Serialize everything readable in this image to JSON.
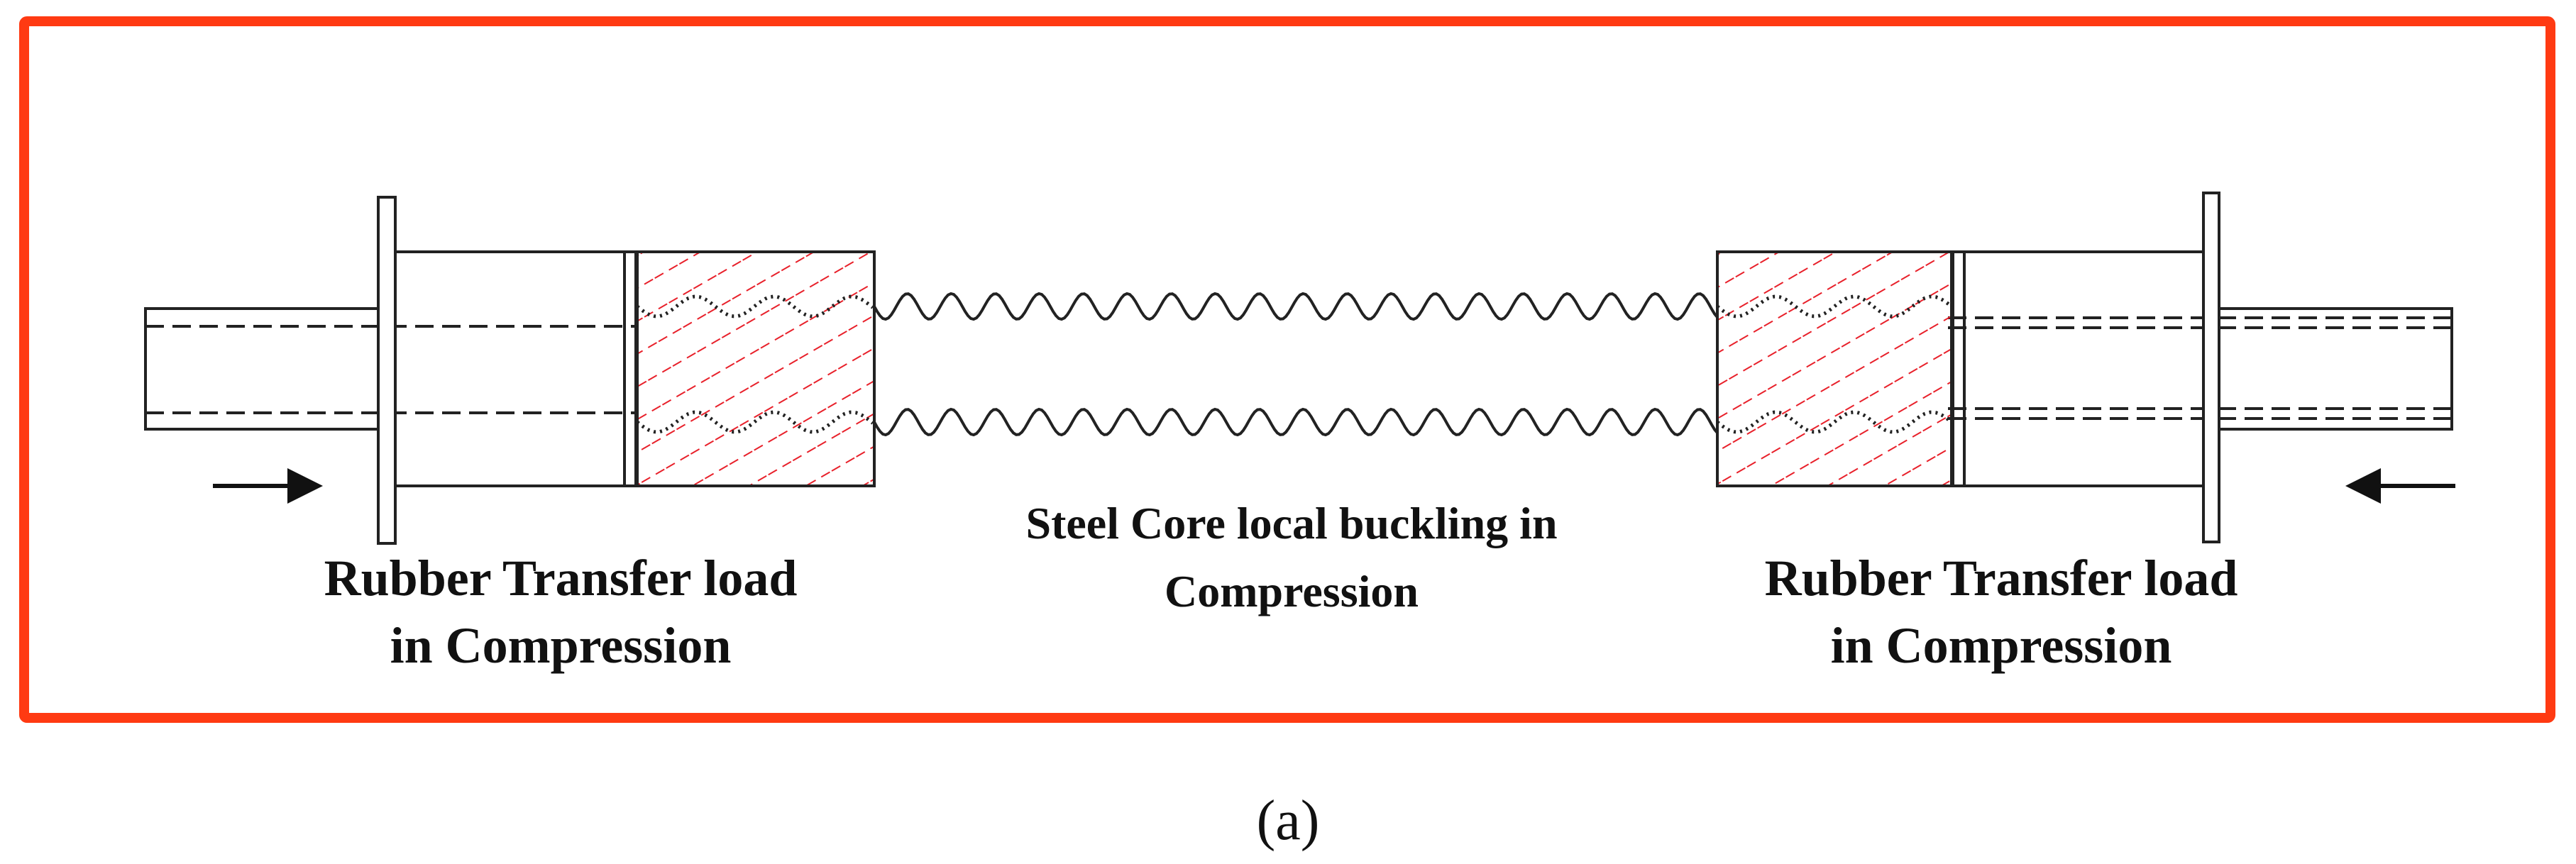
{
  "diagram": {
    "frame_color": "#ff3a12",
    "hatch_color": "#e8202a",
    "line_color": "#222222",
    "labels": {
      "left_line1": "Rubber Transfer load",
      "left_line2": "in Compression",
      "right_line1": "Rubber Transfer load",
      "right_line2": "in Compression",
      "center_line1": "Steel Core local buckling in",
      "center_line2": "Compression"
    },
    "caption": "(a)"
  }
}
